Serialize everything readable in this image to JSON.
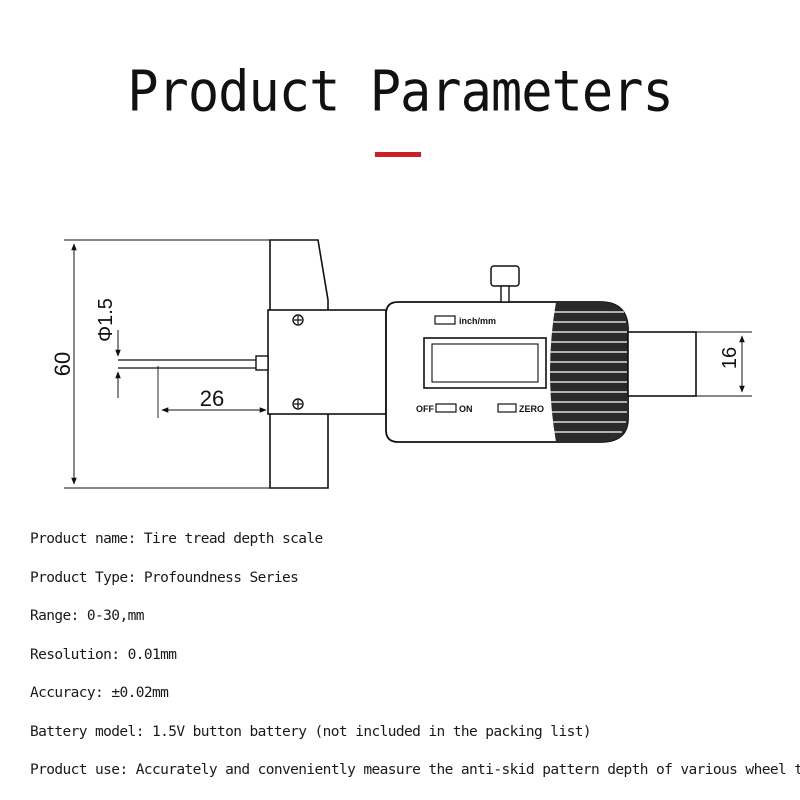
{
  "title": "Product Parameters",
  "accent_color": "#cc1f2a",
  "diagram": {
    "dim_height": "60",
    "dim_probe_diameter": "Φ1.5",
    "dim_probe_length": "26",
    "dim_body_height": "16",
    "btn_inch_mm": "inch/mm",
    "btn_off": "OFF",
    "btn_on": "ON",
    "btn_zero": "ZERO"
  },
  "specs": [
    {
      "label": "Product name",
      "value": "Tire tread depth scale"
    },
    {
      "label": "Product Type",
      "value": "Profoundness Series"
    },
    {
      "label": "Range",
      "value": "0-30,mm"
    },
    {
      "label": "Resolution",
      "value": "0.01mm"
    },
    {
      "label": "Accuracy",
      "value": "±0.02mm"
    },
    {
      "label": "Battery model",
      "value": "1.5V button battery (not included in the packing list)"
    },
    {
      "label": "Product use",
      "value": "Accurately and conveniently measure the anti-skid pattern depth of various wheel tyres"
    }
  ]
}
